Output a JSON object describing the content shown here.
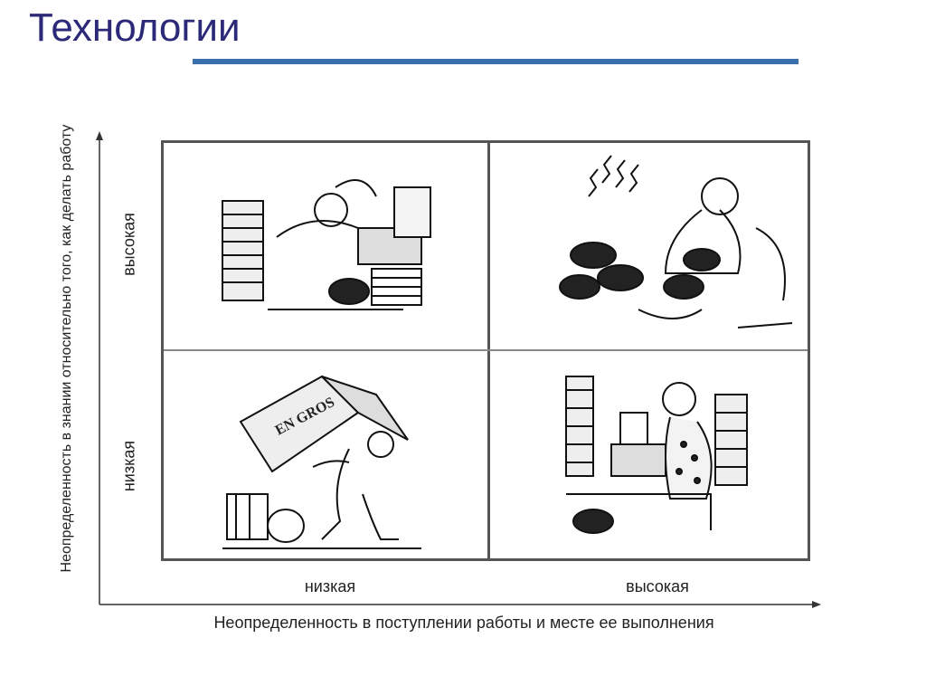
{
  "slide": {
    "title": "Технологии"
  },
  "diagram": {
    "y_axis_title": "Неопределенность в знании относительно того, как делать работу",
    "y_levels": {
      "high": "высокая",
      "low": "низкая"
    },
    "x_levels": {
      "low": "низкая",
      "high": "высокая"
    },
    "x_axis_title": "Неопределенность в поступлении работы и месте ее выполнения",
    "cells": [
      {
        "id": "low-x-high-y",
        "icon": "man-buried-in-papers-illustration"
      },
      {
        "id": "high-x-high-y",
        "icon": "man-with-many-phones-illustration"
      },
      {
        "id": "low-x-low-y",
        "icon": "man-carrying-crate-illustration",
        "crate_text": "EN GROS"
      },
      {
        "id": "high-x-low-y",
        "icon": "typist-woman-illustration"
      }
    ]
  }
}
